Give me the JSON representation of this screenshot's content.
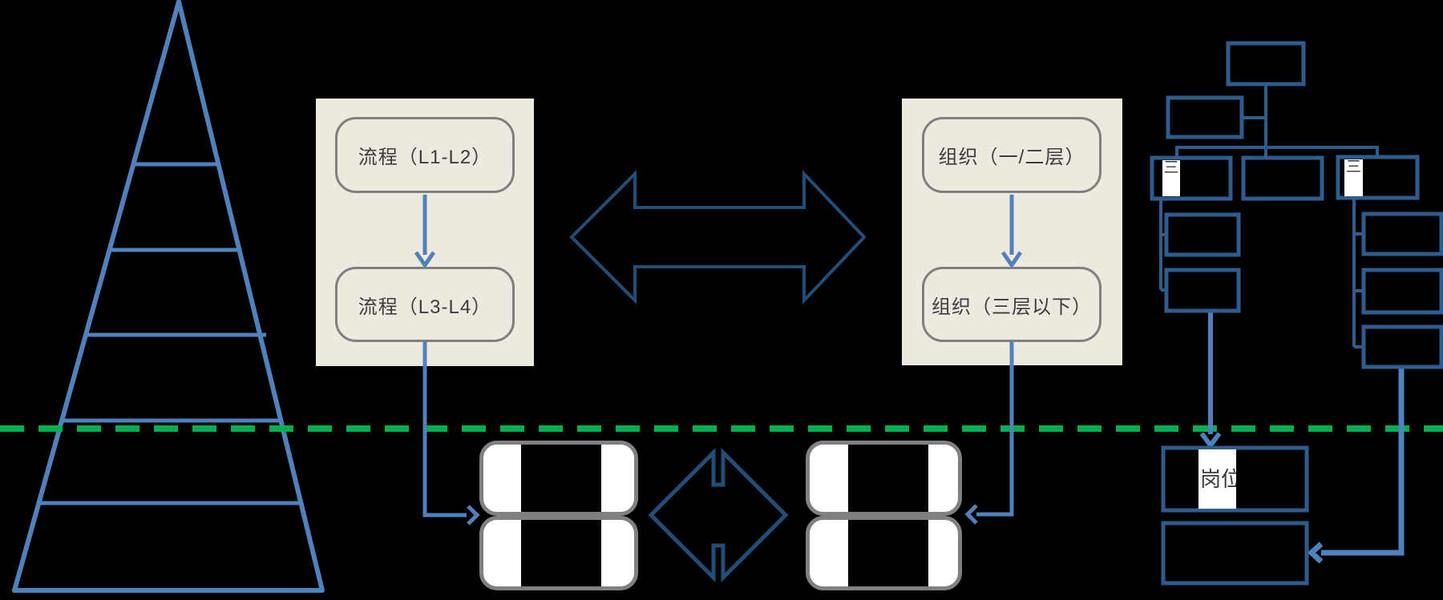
{
  "diagram": {
    "background_color": "#000000",
    "divider_color": "#00B050",
    "connector_blue": "#4F81BD",
    "arrow_dark_blue": "#1F4E79",
    "org_chart_blue": "#2E5C8F",
    "panel_color": "#ECE9DF",
    "process_panel": {
      "box1": "流程（L1-L2）",
      "box2": "流程（L3-L4）"
    },
    "org_panel": {
      "box1": "组织（一/二层）",
      "box2": "组织（三层以下）"
    },
    "org_chart": {
      "partial_char": "三",
      "post_label": "岗位"
    }
  }
}
